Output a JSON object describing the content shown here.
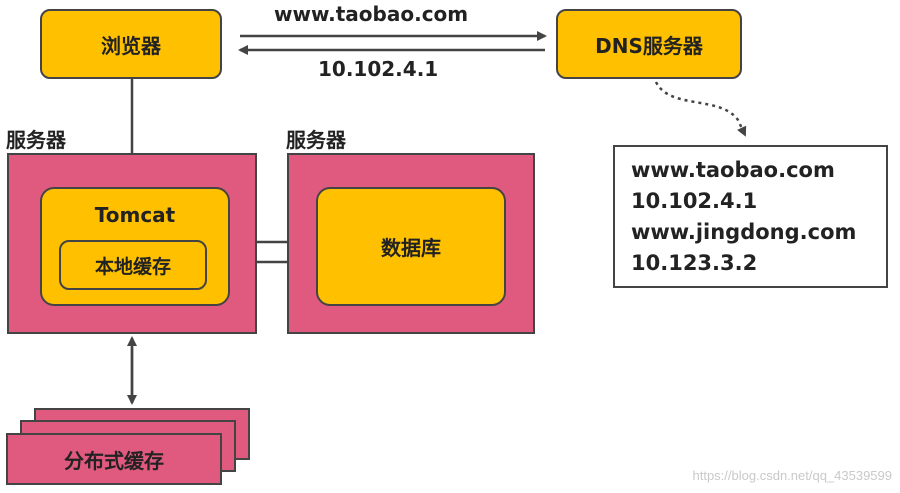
{
  "nodes": {
    "browser": "浏览器",
    "dns_server": "DNS服务器",
    "tomcat": "Tomcat",
    "local_cache": "本地缓存",
    "database": "数据库",
    "distributed_cache": "分布式缓存"
  },
  "server_labels": {
    "left": "服务器",
    "right": "服务器"
  },
  "arrows": {
    "request_label": "www.taobao.com",
    "response_label": "10.102.4.1"
  },
  "dns_records": [
    "www.taobao.com",
    "10.102.4.1",
    "www.jingdong.com",
    "10.123.3.2"
  ],
  "watermark": "https://blog.csdn.net/qq_43539599",
  "colors": {
    "node_fill": "#ffc000",
    "server_fill": "#e05a80",
    "stroke": "#444444"
  }
}
